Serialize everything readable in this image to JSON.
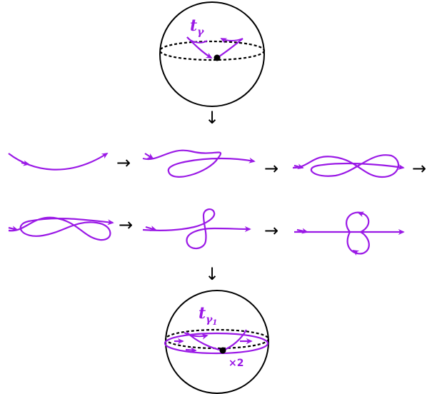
{
  "colors": {
    "curve": "#9a19e6",
    "ink": "#000000",
    "background": "#ffffff"
  },
  "labels": {
    "top_twist": "t",
    "top_twist_sub": "γ",
    "bottom_twist": "t",
    "bottom_twist_sub": "γ",
    "bottom_twist_subsub": "1",
    "multiplicity": "×2"
  },
  "arrows": {
    "down": "↓",
    "right": "→"
  },
  "icons": [
    "sphere-icon",
    "arrowhead-icon",
    "point-icon"
  ]
}
